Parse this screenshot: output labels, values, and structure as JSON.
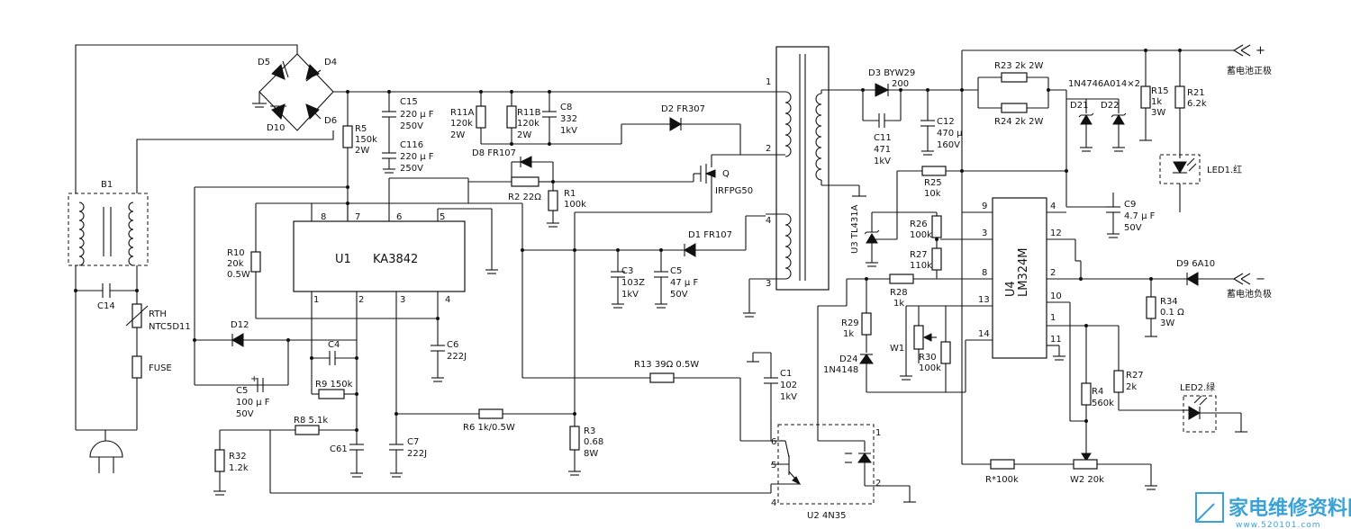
{
  "labels": {
    "b1": "B1",
    "c14": "C14",
    "rth": "RTH",
    "rth_val": "NTC5D11",
    "fuse": "FUSE",
    "d5": "D5",
    "d4": "D4",
    "d10": "D10",
    "d6": "D6",
    "r5": "R5",
    "r5_val": "150k",
    "r5_val2": "2W",
    "c15": "C15",
    "c15_val": "220 μ F",
    "c15_v": "250V",
    "c116": "C116",
    "c116_val": "220 μ F",
    "c116_v": "250V",
    "r11a": "R11A",
    "r11a_val": "120k",
    "r11a_v": "2W",
    "r11b": "R11B",
    "r11b_val": "120k",
    "r11b_v": "2W",
    "c8": "C8",
    "c8_val": "332",
    "c8_v": "1kV",
    "d2": "D2 FR307",
    "d8": "D8 FR107",
    "r2": "R2 22Ω",
    "r1": "R1",
    "r1_val": "100k",
    "q": "Q",
    "q_part": "IRFPG50",
    "r10": "R10",
    "r10_val": "20k",
    "r10_w": "0.5W",
    "u1": "U1",
    "u1_part": "KA3842",
    "p8": "8",
    "p7": "7",
    "p6": "6",
    "p5": "5",
    "p1": "1",
    "p2": "2",
    "p3": "3",
    "p4": "4",
    "d12": "D12",
    "c4": "C4",
    "c5": "C5",
    "c5_val": "100 μ F",
    "c5_v": "50V",
    "r9": "R9 150k",
    "r8": "R8 5.1k",
    "r32": "R32",
    "r32_val": "1.2k",
    "c61": "C61",
    "c7": "C7",
    "c7_val": "222J",
    "c6": "C6",
    "c6_val": "222J",
    "r6": "R6 1k/0.5W",
    "r3": "R3",
    "r3_val": "0.68",
    "r3_w": "8W",
    "c3": "C3",
    "c3_val": "103Z",
    "c3_v": "1kV",
    "c5b": "C5",
    "c5b_val": "47 μ F",
    "c5b_v": "50V",
    "d1": "D1 FR107",
    "r13": "R13 39Ω 0.5W",
    "c1": "C1",
    "c1_val": "102",
    "c1_v": "1kV",
    "u2": "U2 4N35",
    "t1": "1",
    "t2": "2",
    "t3": "3",
    "t4": "4",
    "d3": "D3 BYW29",
    "d3_v": "200",
    "c11": "C11",
    "c11_val": "471",
    "c11_v": "1kV",
    "c12": "C12",
    "c12_val": "470 μ",
    "c12_v": "160V",
    "r25": "R25",
    "r25_val": "10k",
    "u3": "U3 TL431A",
    "r26": "R26",
    "r26_val": "100k",
    "r27a": "R27",
    "r27a_val": "110k",
    "r28": "R28",
    "r28_val": "1k",
    "r29": "R29",
    "r29_val": "1k",
    "d24": "D24",
    "d24_part": "1N4148",
    "w1": "W1",
    "r30": "R30",
    "r30_val": "100k",
    "u4": "U4",
    "u4_part": "LM324M",
    "q9": "9",
    "q3": "3",
    "q8": "8",
    "q13": "13",
    "q14": "14",
    "q4": "4",
    "q12": "12",
    "q2": "2",
    "q10": "10",
    "q1": "1",
    "q11": "11",
    "r23": "R23 2k 2W",
    "r24": "R24 2k 2W",
    "zener": "1N4746A014×2",
    "d21": "D21",
    "d22": "D22",
    "r15": "R15",
    "r15_val": "1k",
    "r15_w": "3W",
    "r21": "R21",
    "r21_val": "6.2k",
    "led1": "LED1.红",
    "c9": "C9",
    "c9_val": "4.7 μ F",
    "c9_v": "50V",
    "d9": "D9 6A10",
    "r34": "R34",
    "r34_val": "0.1 Ω",
    "r34_w": "3W",
    "r27b": "R27",
    "r27b_val": "2k",
    "r4": "R4",
    "r4_val": "560k",
    "led2": "LED2.绿",
    "rstar": "R*100k",
    "w2": "W2 20k",
    "pos_out": "蓄电池正极",
    "neg_out": "蓄电池负极",
    "plus": "+",
    "minus": "−",
    "o1": "1",
    "o2": "2",
    "o4": "4",
    "o5": "5",
    "o6": "6",
    "watermark": "家电维修资料网",
    "watermark_url": "www.520101.com"
  }
}
